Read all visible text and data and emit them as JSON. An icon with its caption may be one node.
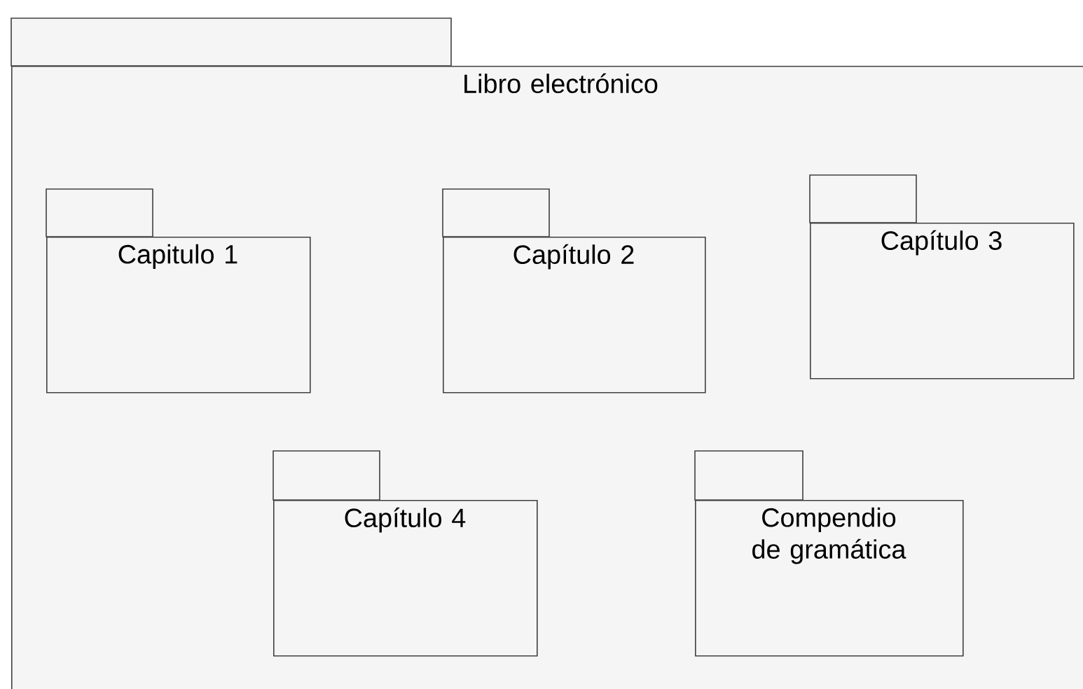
{
  "diagram": {
    "nodes": [
      {
        "text": [
          "Libro electrónico"
        ]
      },
      {
        "text": [
          "Capitulo 1"
        ],
        "in": 0
      },
      {
        "text": [
          "Capítulo 2"
        ],
        "in": 0
      },
      {
        "text": [
          "Capítulo 3"
        ],
        "in": 0
      },
      {
        "text": [
          "Capítulo 4"
        ],
        "in": 0
      },
      {
        "text": [
          "Compendio de gramática"
        ],
        "in": 0
      }
    ]
  }
}
